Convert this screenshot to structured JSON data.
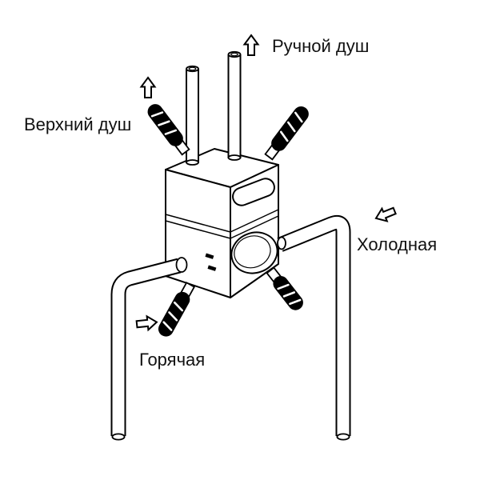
{
  "diagram": {
    "type": "shower-valve-installation-diagram",
    "labels": {
      "hand_shower": "Ручной душ",
      "overhead_shower": "Верхний душ",
      "cold": "Холодная",
      "hot": "Горячая"
    },
    "annotations": {
      "arrows": [
        {
          "name": "hand-shower-flow",
          "direction": "up"
        },
        {
          "name": "overhead-shower-flow",
          "direction": "up"
        },
        {
          "name": "cold-inlet-flow",
          "direction": "down-left"
        },
        {
          "name": "hot-inlet-flow",
          "direction": "right"
        }
      ]
    },
    "colors": {
      "line": "#000000",
      "background": "#ffffff",
      "handle_fill": "#000000",
      "text": "#111111"
    }
  }
}
